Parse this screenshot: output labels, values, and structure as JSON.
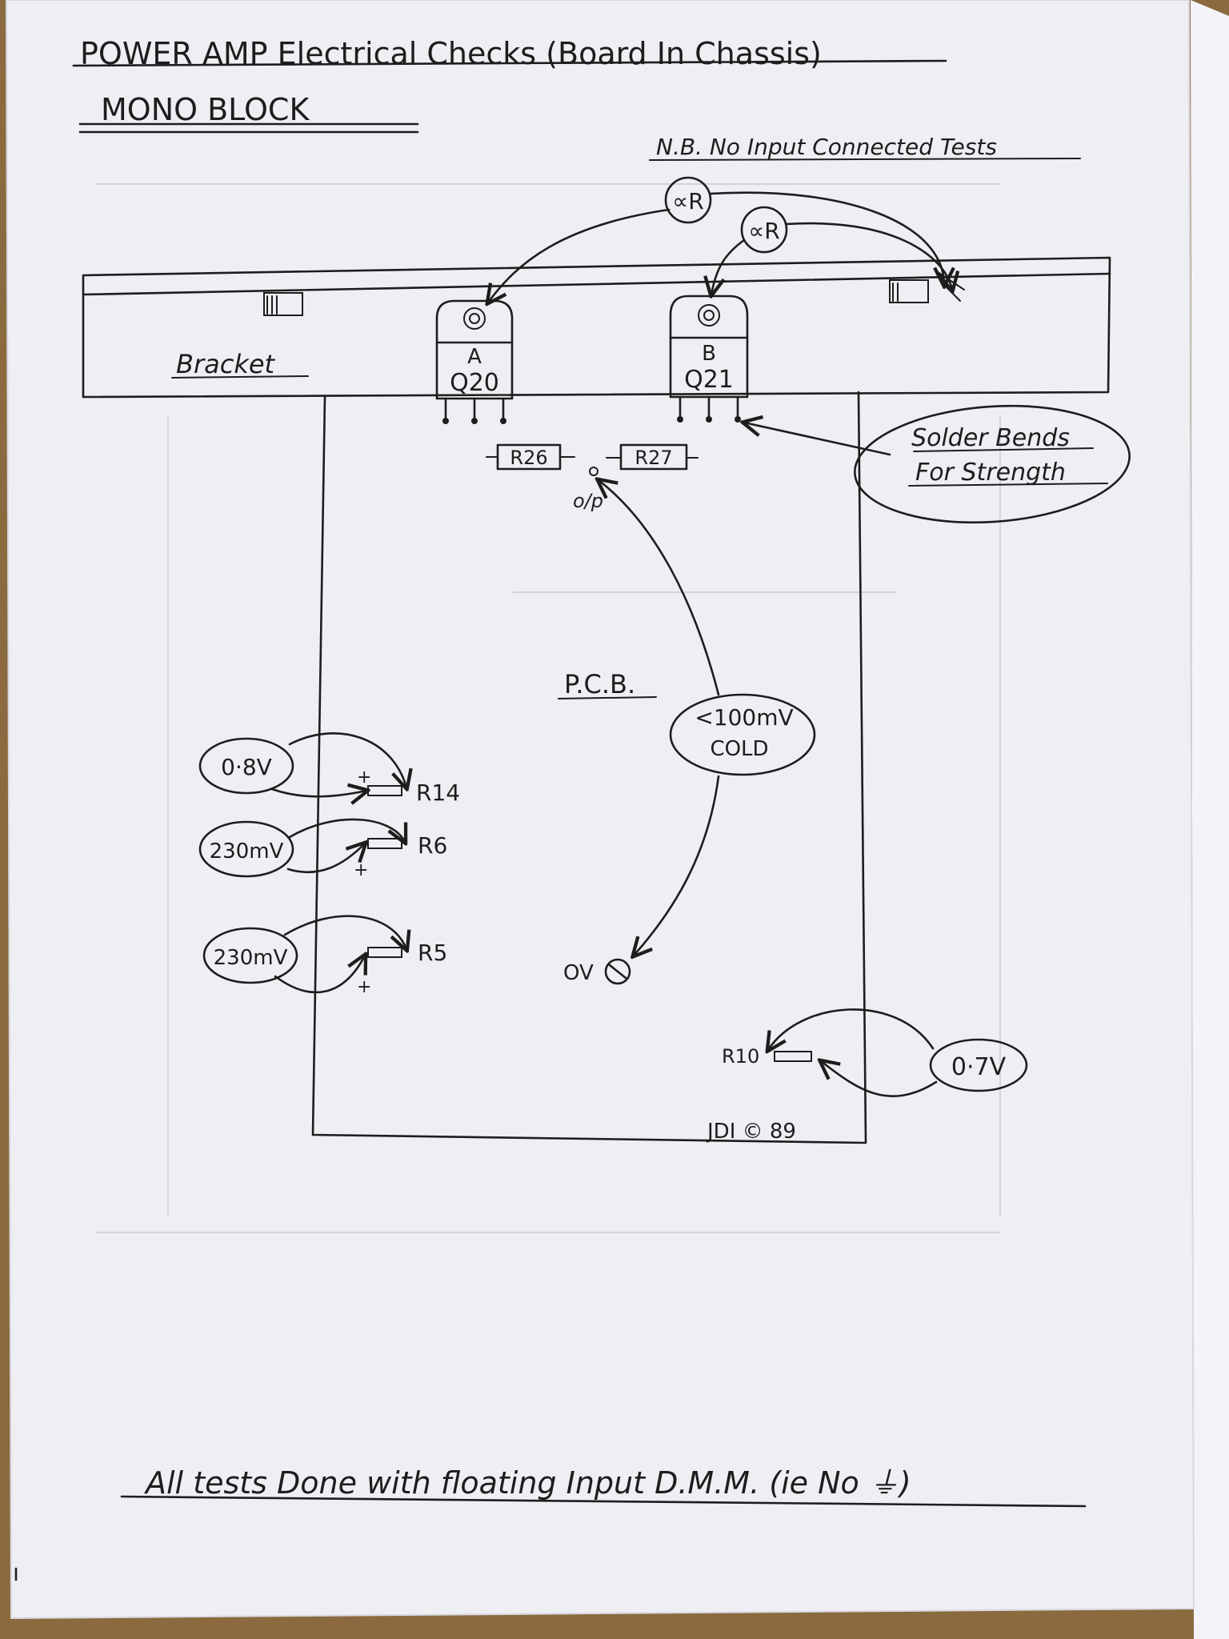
{
  "title": "POWER AMP  Electrical Checks (Board In Chassis)",
  "subtitle": "MONO BLOCK",
  "note": "N.B. No Input Connected Tests",
  "transistors": [
    {
      "letter": "A",
      "label": "Q20"
    },
    {
      "letter": "B",
      "label": "Q21"
    }
  ],
  "resistance_symbol": "∝R",
  "bracket_label": "Bracket",
  "resistors": {
    "r26": "R26",
    "r27": "R27",
    "r14": "R14",
    "r6": "R6",
    "r5": "R5",
    "r10": "R10"
  },
  "output_label": "o/p",
  "pcb_label": "P.C.B.",
  "callout": {
    "line1": "Solder Bends",
    "line2": "For Strength"
  },
  "output_reading": {
    "line1": "<100mV",
    "line2": "COLD"
  },
  "ground_label": "OV",
  "readings": {
    "r14": "0·8V",
    "r6": "230mV",
    "r5": "230mV",
    "r10": "0·7V"
  },
  "plus_sign": "+",
  "signature": "JDI © 89",
  "footer": "All tests Done with floating Input D.M.M. (ie No ⏚)",
  "colors": {
    "paper": "#eeeef3",
    "ink": "#1d1d1d",
    "table": "#8a6a3e"
  }
}
